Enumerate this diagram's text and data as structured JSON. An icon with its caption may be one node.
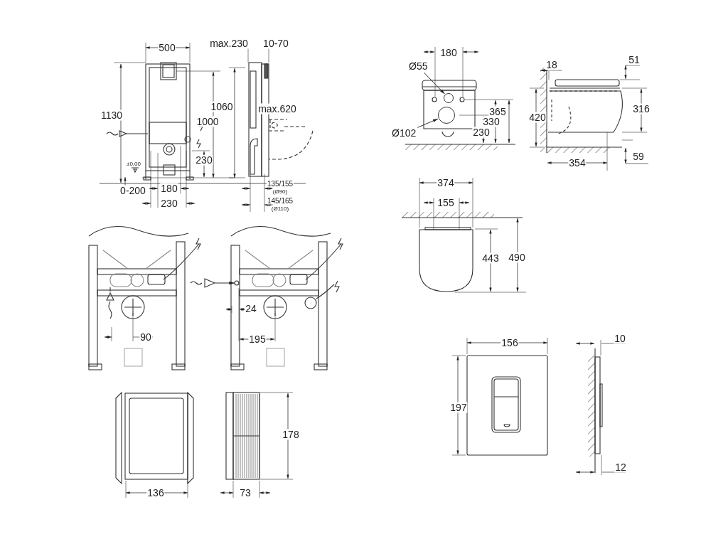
{
  "diagram": {
    "nodes": [
      {
        "text": [
          "Ø55"
        ]
      },
      {
        "text": [],
        "shape": "circle"
      },
      {
        "text": [
          "Ø102"
        ]
      },
      {
        "text": [],
        "shape": "circle"
      }
    ],
    "edges": [
      {
        "from": 0,
        "to": 1,
        "arrow": "to"
      },
      {
        "from": 2,
        "to": 3,
        "arrow": "to"
      }
    ],
    "labels": [
      "500",
      "max.230",
      "10-70",
      "1130",
      "1060",
      "1000",
      "max.620",
      "±0,00",
      "230",
      "0-200",
      "180",
      "230",
      "135/155",
      "(Ø90)",
      "145/165",
      "(Ø110)",
      "180",
      "365",
      "330",
      "230",
      "18",
      "51",
      "420",
      "316",
      "59",
      "354",
      "374",
      "155",
      "443",
      "490",
      "24",
      "90",
      "195",
      "136",
      "73",
      "178",
      "156",
      "10",
      "197",
      "12"
    ]
  }
}
